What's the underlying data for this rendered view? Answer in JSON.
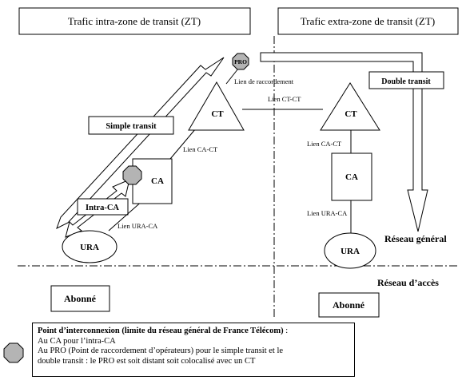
{
  "headers": {
    "intra": "Trafic intra-zone de transit (ZT)",
    "extra": "Trafic extra-zone de transit (ZT)"
  },
  "nodes": {
    "pro": "PRO",
    "ct_left": "CT",
    "ct_right": "CT",
    "ca_left": "CA",
    "ca_right": "CA",
    "ura_left": "URA",
    "ura_right": "URA"
  },
  "arrows": {
    "simple_transit": "Simple transit",
    "double_transit": "Double transit",
    "intra_ca": "Intra-CA"
  },
  "links": {
    "raccordement": "Lien de raccordement",
    "ct_ct": "Lien CT-CT",
    "ca_ct_left": "Lien CA-CT",
    "ca_ct_right": "Lien CA-CT",
    "ura_ca_left": "Lien URA-CA",
    "ura_ca_right": "Lien URA-CA"
  },
  "zones": {
    "reseau_general": "Réseau général",
    "reseau_acces": "Réseau d’accès",
    "abonne_left": "Abonné",
    "abonne_right": "Abonné"
  },
  "legend": {
    "title_bold": "Point d’interconnexion (limite du réseau général de France Télécom)",
    "title_rest": " :",
    "line1": "Au CA pour l’intra-CA",
    "line2": "Au PRO (Point de raccordement d’opérateurs) pour le simple transit et le",
    "line3": "double transit : le PRO est soit distant soit colocalisé avec un CT"
  },
  "colors": {
    "octagon_fill": "#b4b4b4",
    "line": "#000000"
  }
}
